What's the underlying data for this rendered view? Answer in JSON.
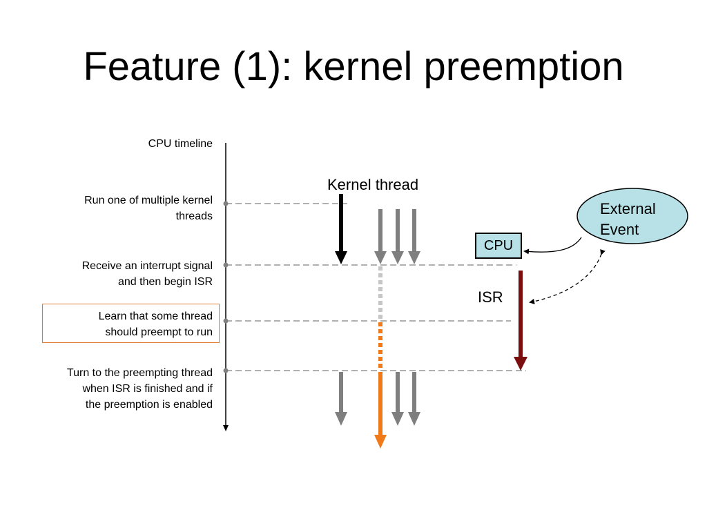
{
  "title": "Feature (1): kernel preemption",
  "timeline": {
    "label": "CPU timeline",
    "steps": [
      {
        "line1": "Run one of multiple kernel",
        "line2": "threads"
      },
      {
        "line1": "Receive an interrupt signal",
        "line2": "and then begin ISR"
      },
      {
        "line1": "Learn that some thread",
        "line2": "should preempt to run"
      },
      {
        "line1": "Turn to the preempting thread",
        "line2": "when ISR is finished and if",
        "line3": "the preemption is enabled"
      }
    ]
  },
  "kernel_thread_label": "Kernel thread",
  "cpu_label": "CPU",
  "isr_label": "ISR",
  "external_event": {
    "line1": "External",
    "line2": "Event"
  },
  "colors": {
    "running_thread": "#000000",
    "waiting_thread": "#7f7f7f",
    "preempting_thread": "#f07a1a",
    "isr": "#7a0e0e",
    "ellipse_fill": "#b7e1e6",
    "highlight_border": "#e07a2a"
  }
}
